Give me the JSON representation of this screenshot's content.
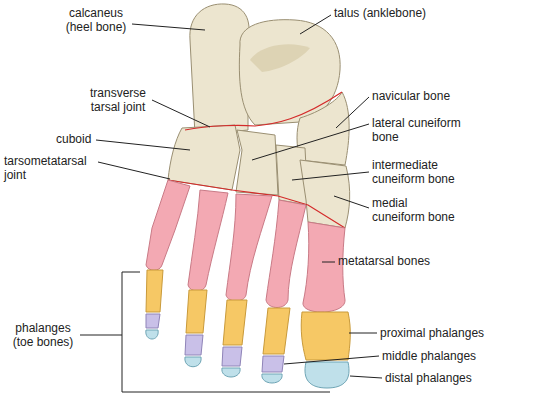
{
  "diagram": {
    "labels": [
      "calcaneus (heel bone)",
      "talus (anklebone)",
      "transverse tarsal joint",
      "navicular bone",
      "cuboid",
      "lateral cuneiform bone",
      "tarsometatarsal joint",
      "intermediate cuneiform bone",
      "medial cuneiform bone",
      "metatarsal bones",
      "phalanges (toe bones)",
      "proximal phalanges",
      "middle phalanges",
      "distal phalanges"
    ]
  }
}
